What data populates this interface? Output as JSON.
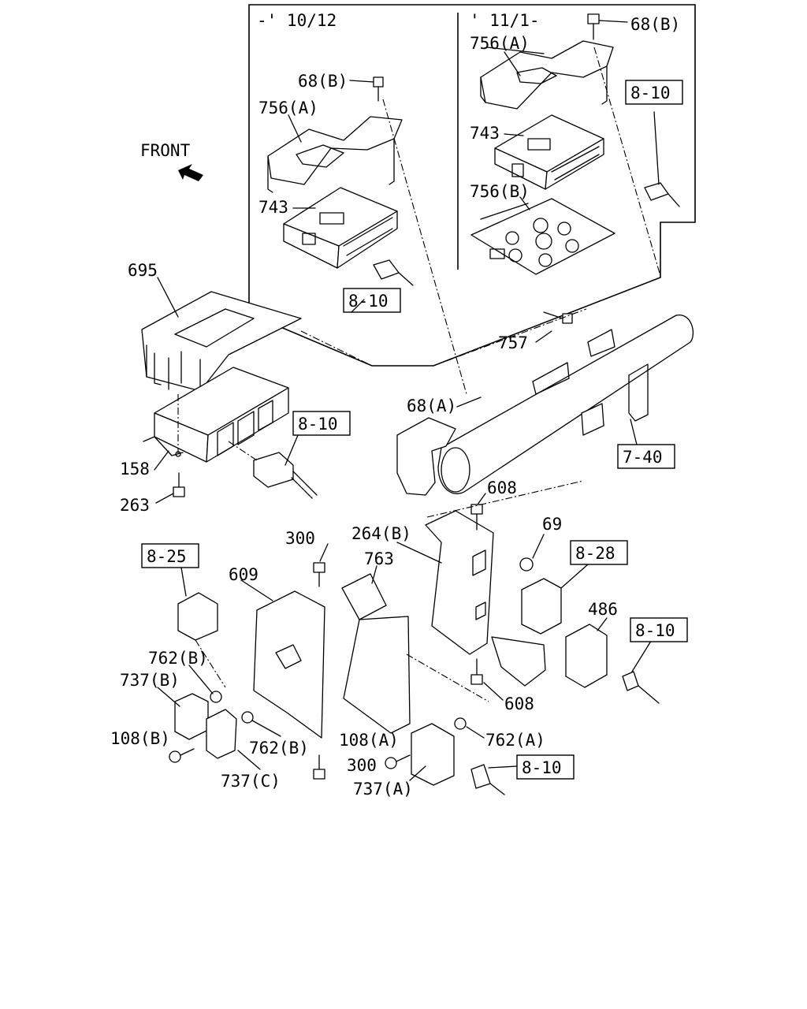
{
  "inset_left": {
    "date_label": "-' 10/12"
  },
  "inset_right": {
    "date_label": "' 11/1-"
  },
  "front_label": "FRONT",
  "labels": {
    "l68b_top": "68(B)",
    "l756a_top": "756(A)",
    "l743_top": "743",
    "l756b": "756(B)",
    "l68b_left": "68(B)",
    "l756a_left": "756(A)",
    "l743_left": "743",
    "l695": "695",
    "l158": "158",
    "l263": "263",
    "l757": "757",
    "l68a": "68(A)",
    "l608_top": "608",
    "l69": "69",
    "l264b": "264(B)",
    "l486": "486",
    "l608_bot": "608",
    "l300_top": "300",
    "l609": "609",
    "l763": "763",
    "l762b_top": "762(B)",
    "l737b": "737(B)",
    "l108b": "108(B)",
    "l737c": "737(C)",
    "l762b_bot": "762(B)",
    "l108a": "108(A)",
    "l300_bot": "300",
    "l762a": "762(A)",
    "l737a": "737(A)"
  },
  "boxes": {
    "b810_right": "8-10",
    "b810_left": "8-10",
    "b810_mid": "8-10",
    "b740": "7-40",
    "b825": "8-25",
    "b828": "8-28",
    "b810_486": "8-10",
    "b810_bottom": "8-10"
  }
}
